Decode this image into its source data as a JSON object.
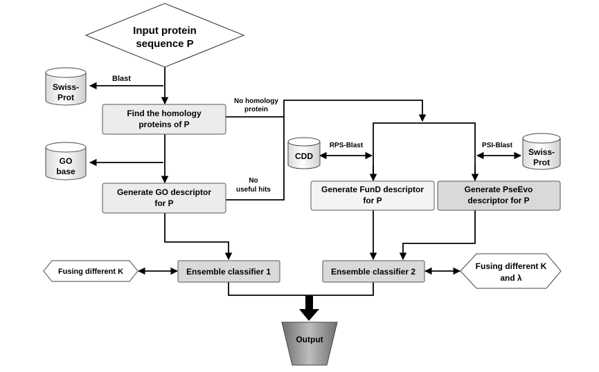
{
  "nodes": {
    "input": {
      "line1": "Input protein",
      "line2": "sequence P"
    },
    "swissprot_left": {
      "line1": "Swiss-",
      "line2": "Prot"
    },
    "find_homology": {
      "line1": "Find the homology",
      "line2": "proteins of  P"
    },
    "go_base": {
      "line1": "GO",
      "line2": "base"
    },
    "gen_go": {
      "line1": "Generate GO descriptor",
      "line2": "for P"
    },
    "cdd": {
      "label": "CDD"
    },
    "swissprot_right": {
      "line1": "Swiss-",
      "line2": "Prot"
    },
    "gen_fund": {
      "line1": "Generate FunD descriptor",
      "line2": "for P"
    },
    "gen_pseevo": {
      "line1": "Generate PseEvo",
      "line2": "descriptor for P"
    },
    "fusing_k": {
      "label": "Fusing different K"
    },
    "ensemble1": {
      "label": "Ensemble classifier 1"
    },
    "ensemble2": {
      "label": "Ensemble classifier 2"
    },
    "fusing_k_lambda": {
      "line1": "Fusing different K",
      "line2": "and  λ"
    },
    "output": {
      "label": "Output"
    }
  },
  "edge_labels": {
    "blast": "Blast",
    "no_homology_1": "No homology",
    "no_homology_2": "protein",
    "no_useful_1": "No",
    "no_useful_2": "useful hits",
    "rps_blast": "RPS-Blast",
    "psi_blast": "PSI-Blast"
  }
}
